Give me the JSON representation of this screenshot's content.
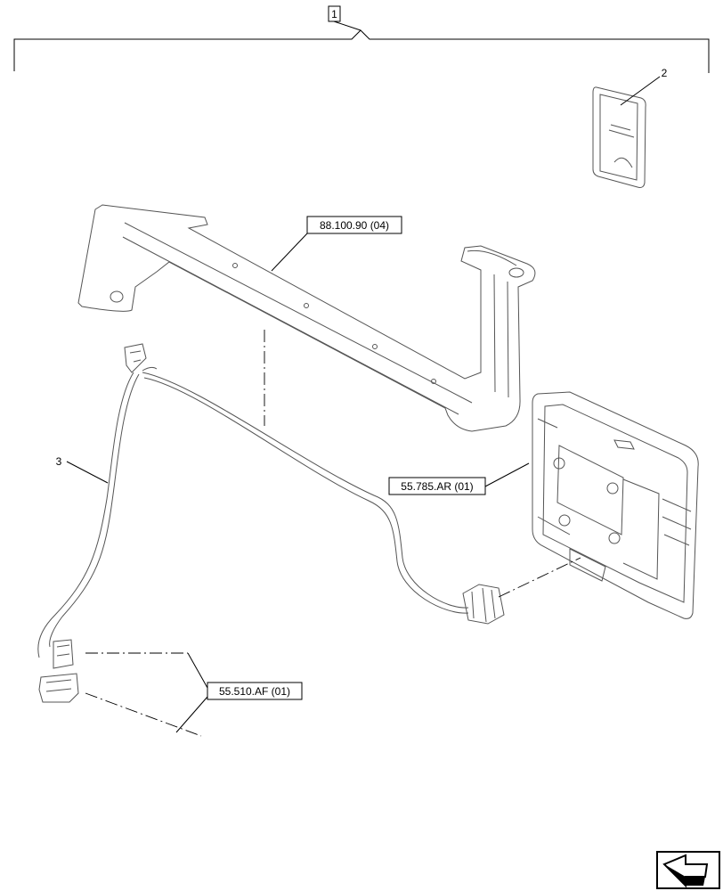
{
  "callouts": {
    "assembly": "1",
    "manual": "2",
    "harness": "3",
    "bracket_ref": "88.100.90 (04)",
    "display_ref": "55.785.AR (01)",
    "connector_ref": "55.510.AF (01)"
  },
  "nav_icon": "arrow-left-icon"
}
